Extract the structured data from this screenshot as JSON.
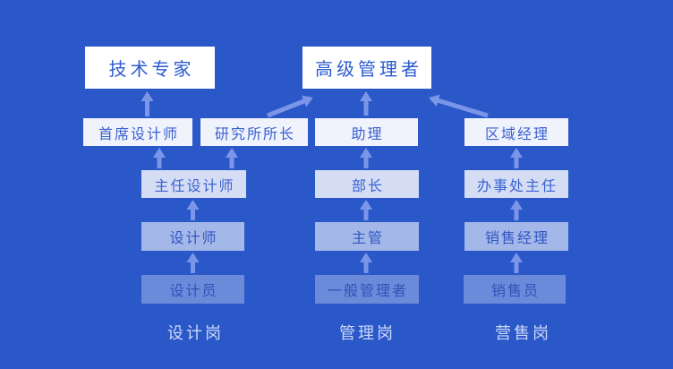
{
  "colors": {
    "background": "#2B58C9",
    "top_box_bg": "#FFFFFF",
    "box_text_blue": "#2D5BD0",
    "arrow": "#7B96E8",
    "column_label_text": "#CCD8F8"
  },
  "diagram": {
    "tier1": [
      {
        "label": "技术专家"
      },
      {
        "label": "高级管理者"
      }
    ],
    "tier2": [
      {
        "label": "首席设计师"
      },
      {
        "label": "研究所所长"
      },
      {
        "label": "助理"
      },
      {
        "label": "区域经理"
      }
    ],
    "tier3": [
      {
        "label": "主任设计师"
      },
      {
        "label": "部长"
      },
      {
        "label": "办事处主任"
      }
    ],
    "tier4": [
      {
        "label": "设计师"
      },
      {
        "label": "主管"
      },
      {
        "label": "销售经理"
      }
    ],
    "tier5": [
      {
        "label": "设计员"
      },
      {
        "label": "一般管理者"
      },
      {
        "label": "销售员"
      }
    ],
    "column_labels": [
      {
        "label": "设计岗"
      },
      {
        "label": "管理岗"
      },
      {
        "label": "营售岗"
      }
    ],
    "edges": [
      {
        "from": "设计员",
        "to": "设计师"
      },
      {
        "from": "设计师",
        "to": "主任设计师"
      },
      {
        "from": "主任设计师",
        "to": "首席设计师"
      },
      {
        "from": "主任设计师",
        "to": "研究所所长"
      },
      {
        "from": "首席设计师",
        "to": "技术专家"
      },
      {
        "from": "研究所所长",
        "to": "高级管理者"
      },
      {
        "from": "一般管理者",
        "to": "主管"
      },
      {
        "from": "主管",
        "to": "部长"
      },
      {
        "from": "部长",
        "to": "助理"
      },
      {
        "from": "助理",
        "to": "高级管理者"
      },
      {
        "from": "销售员",
        "to": "销售经理"
      },
      {
        "from": "销售经理",
        "to": "办事处主任"
      },
      {
        "from": "办事处主任",
        "to": "区域经理"
      },
      {
        "from": "区域经理",
        "to": "高级管理者"
      }
    ]
  }
}
